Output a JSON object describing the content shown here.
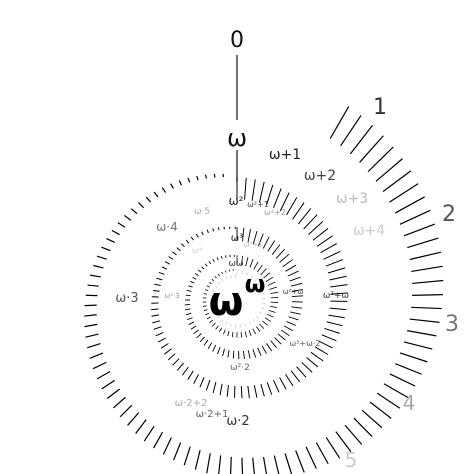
{
  "labels": {
    "outer": [
      {
        "text": "0",
        "color": "#111111"
      },
      {
        "text": "1",
        "color": "#333333"
      },
      {
        "text": "2",
        "color": "#555555"
      },
      {
        "text": "3",
        "color": "#777777"
      },
      {
        "text": "4",
        "color": "#aaaaaa"
      },
      {
        "text": "5",
        "color": "#cccccc"
      }
    ],
    "omega": [
      {
        "text": "ω",
        "color": "#111111"
      },
      {
        "text": "ω+1",
        "color": "#222222"
      },
      {
        "text": "ω+2",
        "color": "#444444"
      },
      {
        "text": "ω+3",
        "color": "#bbbbbb"
      },
      {
        "text": "ω+4",
        "color": "#cccccc"
      },
      {
        "text": "ω·2",
        "color": "#333333"
      },
      {
        "text": "ω·2+1",
        "color": "#666666"
      },
      {
        "text": "ω·2+2",
        "color": "#aaaaaa"
      },
      {
        "text": "ω·3",
        "color": "#555555"
      },
      {
        "text": "ω·4",
        "color": "#777777"
      },
      {
        "text": "ω·5",
        "color": "#aaaaaa"
      }
    ],
    "omega_squared": [
      {
        "text": "ω²",
        "color": "#222222"
      },
      {
        "text": "ω²+1",
        "color": "#444444"
      },
      {
        "text": "ω²+2",
        "color": "#999999"
      },
      {
        "text": "ω²+ω",
        "color": "#333333"
      },
      {
        "text": "ω²+ω·2",
        "color": "#555555"
      },
      {
        "text": "ω²·2",
        "color": "#666666"
      },
      {
        "text": "ω²·3",
        "color": "#999999"
      },
      {
        "text": "ω³",
        "color": "#222222"
      },
      {
        "text": "ω³+ω",
        "color": "#444444"
      },
      {
        "text": "ωω",
        "color": "#333333"
      },
      {
        "text": "ω⁴",
        "color": "#cccccc"
      },
      {
        "text": "ω³+1",
        "color": "#bbbbbb"
      }
    ],
    "center": {
      "base": "ω",
      "exponent": "ω"
    }
  },
  "colors": {
    "ink": "#000000",
    "background": "#ffffff"
  }
}
